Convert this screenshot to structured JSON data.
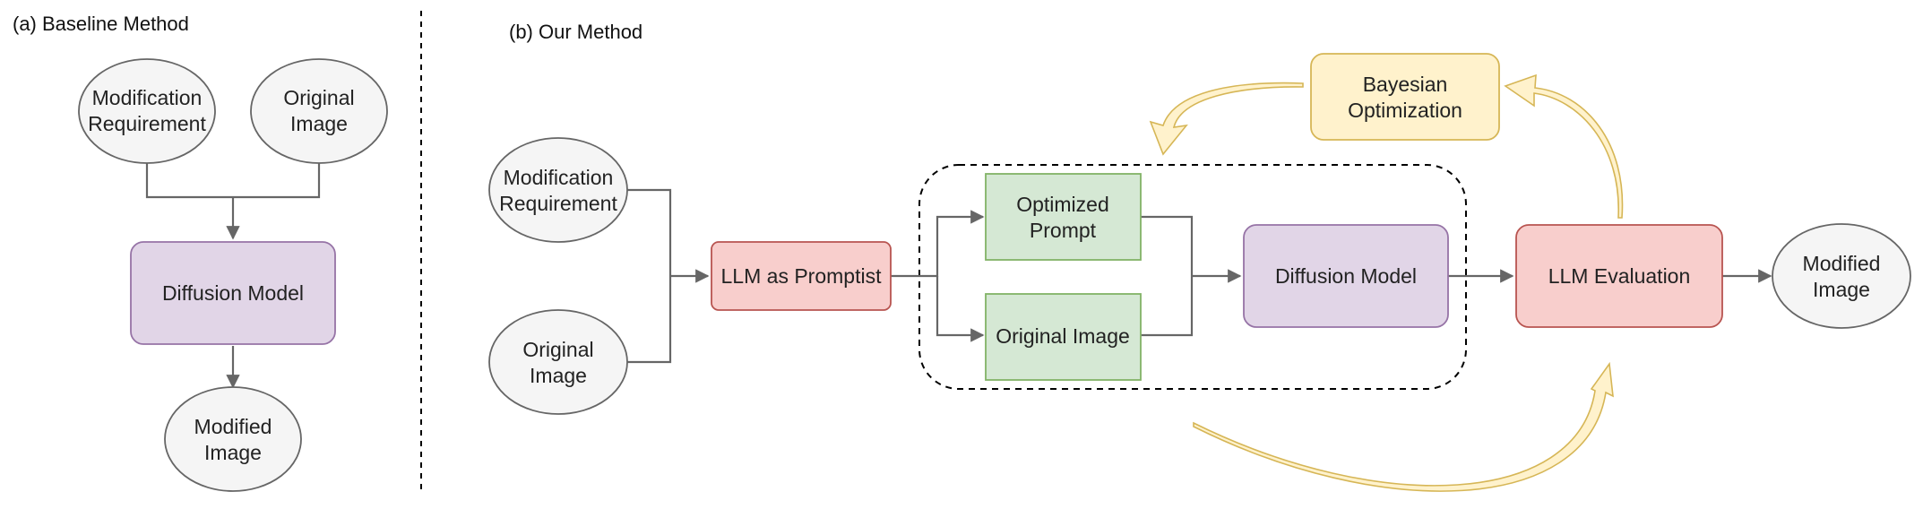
{
  "panels": {
    "baseline_title": "(a) Baseline Method",
    "ours_title": "(b) Our Method"
  },
  "baseline": {
    "modification_requirement": [
      "Modification",
      "Requirement"
    ],
    "original_image": [
      "Original",
      "Image"
    ],
    "diffusion_model": "Diffusion Model",
    "modified_image": [
      "Modified",
      "Image"
    ]
  },
  "ours": {
    "modification_requirement": [
      "Modification",
      "Requirement"
    ],
    "original_image": [
      "Original",
      "Image"
    ],
    "llm_promptist": "LLM as Promptist",
    "optimized_prompt": [
      "Optimized",
      "Prompt"
    ],
    "original_image_box": "Original Image",
    "diffusion_model": "Diffusion Model",
    "llm_evaluation": "LLM Evaluation",
    "bayesian_optimization": [
      "Bayesian",
      "Optimization"
    ],
    "modified_image": [
      "Modified",
      "Image"
    ]
  },
  "colors": {
    "oval_fill": "#f5f5f5",
    "purple_fill": "#e1d5e7",
    "red_fill": "#f8cecc",
    "green_fill": "#d5e8d4",
    "yellow_fill": "#fff2cc",
    "edge": "#666666"
  }
}
